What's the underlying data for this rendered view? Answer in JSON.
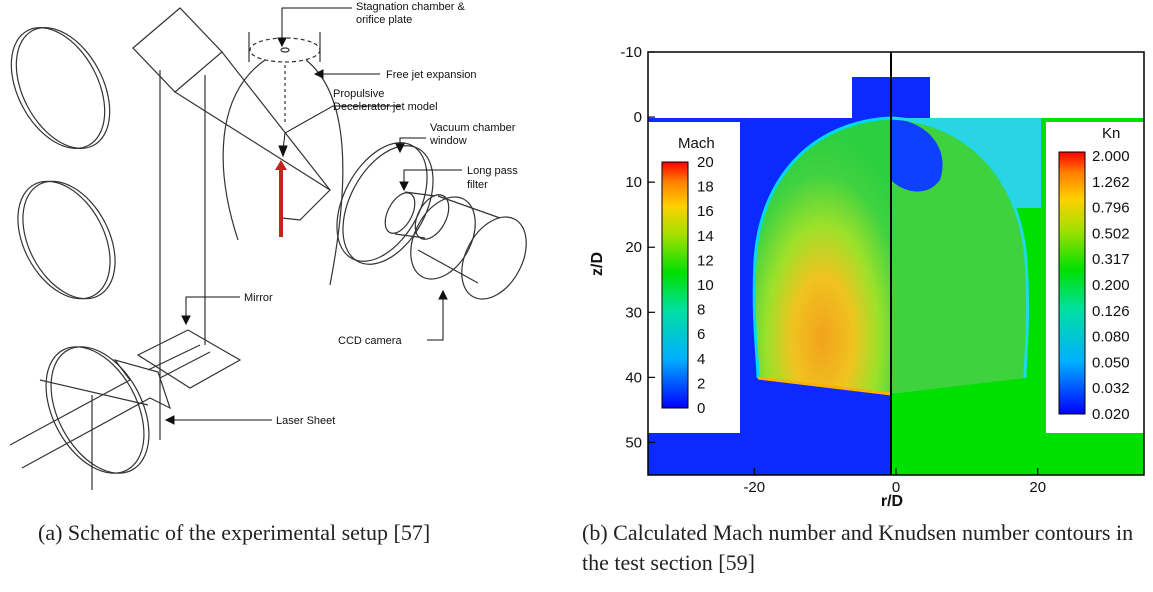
{
  "schematic": {
    "labels": {
      "stagnation": [
        "Stagnation chamber &",
        "orifice plate"
      ],
      "free_jet": "Free jet expansion",
      "propulsive": [
        "Propulsive",
        "Decelerator jet model"
      ],
      "vacuum": [
        "Vacuum chamber",
        "window"
      ],
      "filter": [
        "Long pass",
        "filter"
      ],
      "mirror": "Mirror",
      "camera": "CCD camera",
      "laser": "Laser Sheet"
    },
    "caption": "(a) Schematic of the experimental setup [57]"
  },
  "contour_plot": {
    "caption": "(b) Calculated Mach number and Knudsen number contours in the test section [59]",
    "colors": {
      "low": "#0000ff",
      "mid": "#00e000",
      "high": "#ff0000"
    }
  },
  "chart_data": {
    "type": "heatmap",
    "xlabel": "r/D",
    "ylabel": "z/D",
    "xlim": [
      -35,
      35
    ],
    "ylim": [
      -10,
      55
    ],
    "y_inverted": true,
    "x_ticks": [
      "-20",
      "0",
      "20"
    ],
    "y_ticks": [
      "-10",
      "0",
      "10",
      "20",
      "30",
      "40",
      "50"
    ],
    "left_half": {
      "variable": "Mach",
      "colorbar_ticks": [
        "20",
        "18",
        "16",
        "14",
        "12",
        "10",
        "8",
        "6",
        "4",
        "2",
        "0"
      ]
    },
    "right_half": {
      "variable": "Kn",
      "colorbar_ticks": [
        "2.000",
        "1.262",
        "0.796",
        "0.502",
        "0.317",
        "0.200",
        "0.126",
        "0.080",
        "0.050",
        "0.032",
        "0.020"
      ]
    }
  }
}
